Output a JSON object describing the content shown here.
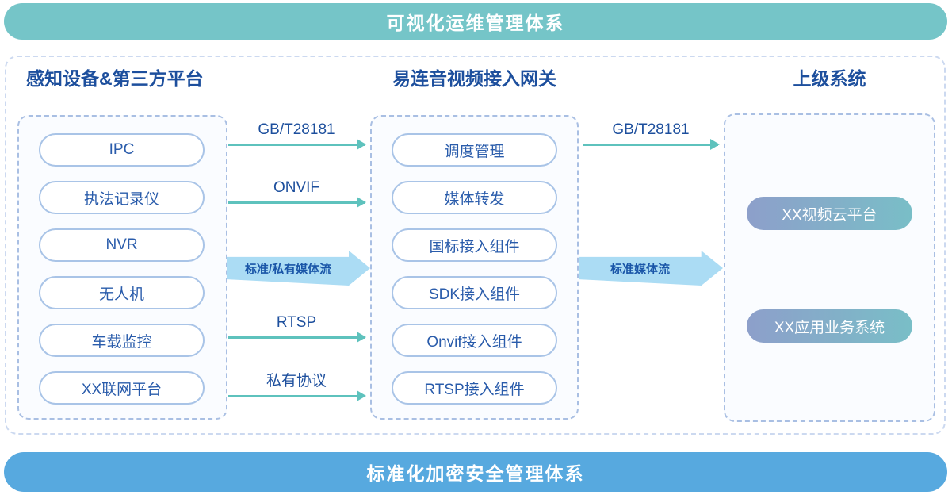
{
  "banners": {
    "top": "可视化运维管理体系",
    "bottom": "标准化加密安全管理体系"
  },
  "columns": [
    {
      "title": "感知设备&第三方平台",
      "items": [
        "IPC",
        "执法记录仪",
        "NVR",
        "无人机",
        "车载监控",
        "XX联网平台"
      ]
    },
    {
      "title": "易连音视频接入网关",
      "items": [
        "调度管理",
        "媒体转发",
        "国标接入组件",
        "SDK接入组件",
        "Onvif接入组件",
        "RTSP接入组件"
      ]
    },
    {
      "title": "上级系统",
      "items": [
        "XX视频云平台",
        "XX应用业务系统"
      ]
    }
  ],
  "flows": {
    "left_to_gateway": [
      {
        "label": "GB/T28181",
        "type": "line"
      },
      {
        "label": "ONVIF",
        "type": "line"
      },
      {
        "label": "标准/私有媒体流",
        "type": "block"
      },
      {
        "label": "RTSP",
        "type": "line"
      },
      {
        "label": "私有协议",
        "type": "line"
      }
    ],
    "gateway_to_upstream": [
      {
        "label": "GB/T28181",
        "type": "line"
      },
      {
        "label": "标准媒体流",
        "type": "block"
      }
    ]
  },
  "colors": {
    "banner_top_bg": "#75c5c8",
    "banner_bottom_bg": "#57a9df",
    "title_text": "#1d4f9d",
    "node_border": "#a9c4e7",
    "node_text": "#2a5cab",
    "group_border_dashed": "#a9bfe3",
    "outer_border_dashed": "#ccd9f0",
    "thin_arrow": "#5ec2bd",
    "block_arrow_fill": "#abdcf4",
    "block_arrow_text": "#1a56a8",
    "gradient_node_start": "#8d9fca",
    "gradient_node_end": "#79bec7"
  }
}
